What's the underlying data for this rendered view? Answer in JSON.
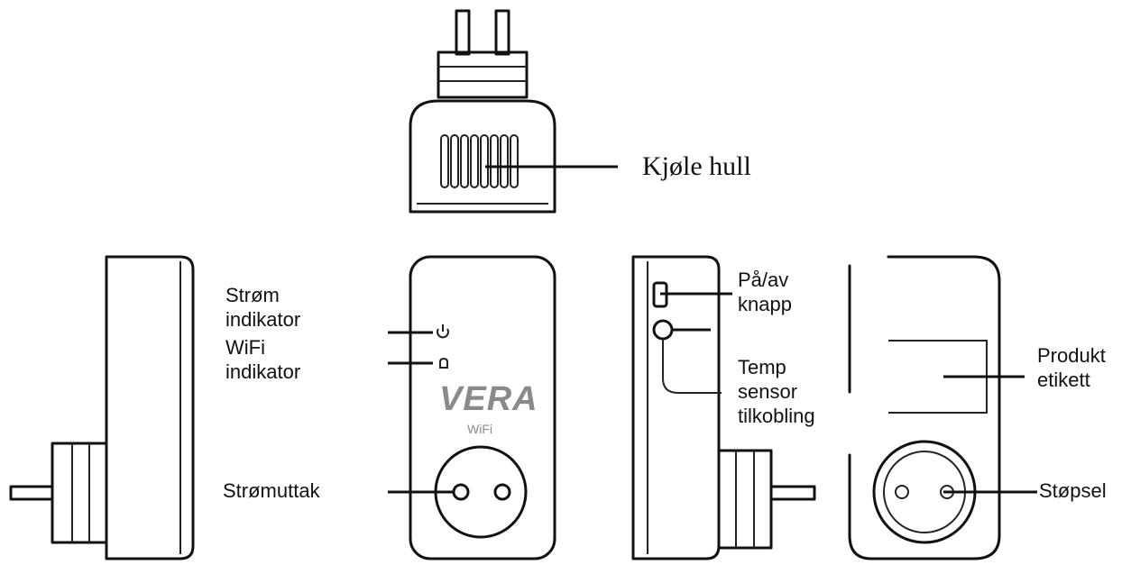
{
  "labels": {
    "cooling_holes": "Kjøle hull",
    "power_indicator": [
      "Strøm",
      "indikator"
    ],
    "wifi_indicator": [
      "WiFi",
      "indikator"
    ],
    "outlet": "Strømuttak",
    "power_button": [
      "På/av",
      "knapp"
    ],
    "temp_sensor": [
      "Temp",
      "sensor",
      "tilkobling"
    ],
    "product_label": [
      "Produkt",
      "etikett"
    ],
    "plug": "Støpsel"
  },
  "device": {
    "brand": "VERA",
    "sub_brand": "WiFi"
  },
  "icons": [
    "power-icon",
    "wifi-icon"
  ]
}
